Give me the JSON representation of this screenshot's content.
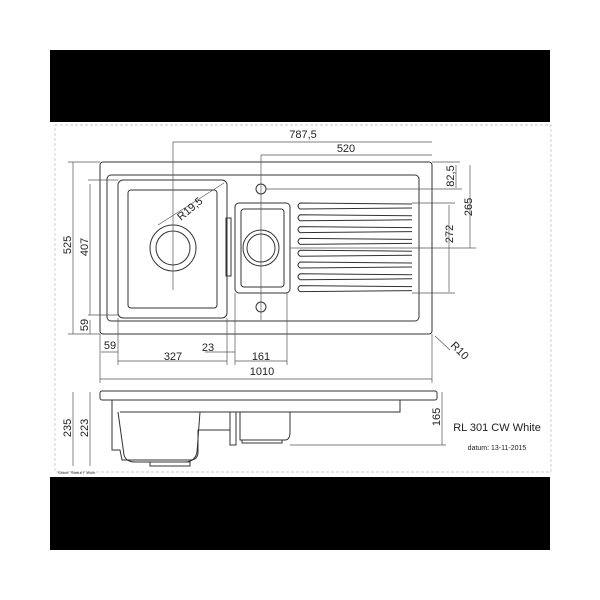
{
  "dimensions": {
    "overall_offset": "787,5",
    "drainer_width": "520",
    "tap_offset": "82,5",
    "drainer_depth": "265",
    "groove_length": "272",
    "total_depth": "525",
    "bowl_depth": "407",
    "bottom_margin": "59",
    "left_margin": "59",
    "bowl_width": "327",
    "bowl_gap": "23",
    "small_bowl_width": "161",
    "total_width": "1010",
    "corner_radius": "R10",
    "bowl_radius": "R19,5",
    "total_height": "235",
    "bowl_height": "223",
    "small_bowl_height": "165"
  },
  "model": "RL 301 CW White",
  "date": "datum: 13-11-2015",
  "footer_note": "Shunt \"Streut !\" Wich"
}
